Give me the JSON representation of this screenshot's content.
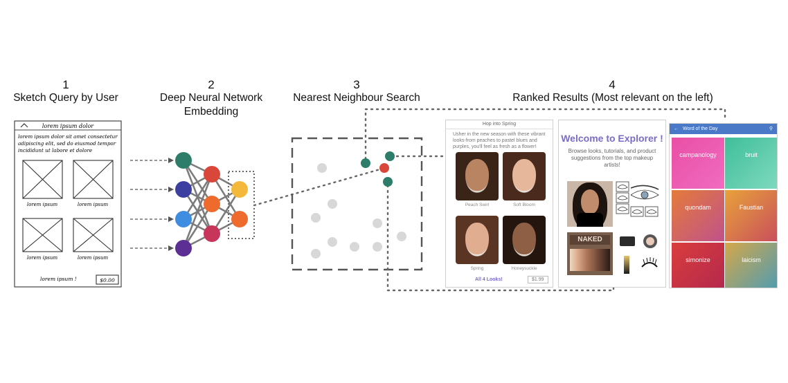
{
  "steps": [
    {
      "num": "1",
      "title": "Sketch Query by User"
    },
    {
      "num": "2",
      "title": "Deep Neural Network",
      "title2": "Embedding"
    },
    {
      "num": "3",
      "title": "Nearest Neighbour Search"
    },
    {
      "num": "4",
      "title": "Ranked Results (Most relevant on the left)"
    }
  ],
  "sketch": {
    "title": "lorem ipsum dolor",
    "body": [
      "lorem ipsum dolor sit amet consectetur",
      "adipiscing elit, sed do eiusmod tempor",
      "incididunt ut labore et dolore"
    ],
    "captions": [
      "lorem ipsum",
      "lorem ipsum",
      "lorem ipsum",
      "lorem ipsum"
    ],
    "footer": "lorem ipsum !",
    "price": "$0.00"
  },
  "colors": {
    "teal": "#2e7d6a",
    "indigo": "#3d3fa0",
    "blue": "#3f8de0",
    "purple": "#5b2f93",
    "red": "#d9473a",
    "orange": "#ee6a2d",
    "crimson": "#c8355a",
    "yellow": "#f4b93a",
    "query": "#d9473a",
    "neighbour": "#2e7d6a",
    "point": "#d8d8d8"
  },
  "result1": {
    "header": "Hop into Spring",
    "subtitle": "Usher in the new season with these vibrant looks-from peaches to pastel blues and purples, you'll feel as fresh as a flower!",
    "looks": [
      "Peach Swirl",
      "Soft Bloom",
      "Spring",
      "Honeysuckle"
    ],
    "link": "All 4 Looks!",
    "price": "$1.99"
  },
  "result2": {
    "title": "Welcome to Explorer !",
    "desc": "Browse looks, tutorials, and product suggestions from the top makeup artists!",
    "palette_label": "NAKED"
  },
  "result3": {
    "bar_title": "Word of the Day",
    "words": [
      "campanology",
      "bruit",
      "quondam",
      "Faustian",
      "simonize",
      "laicism"
    ]
  }
}
